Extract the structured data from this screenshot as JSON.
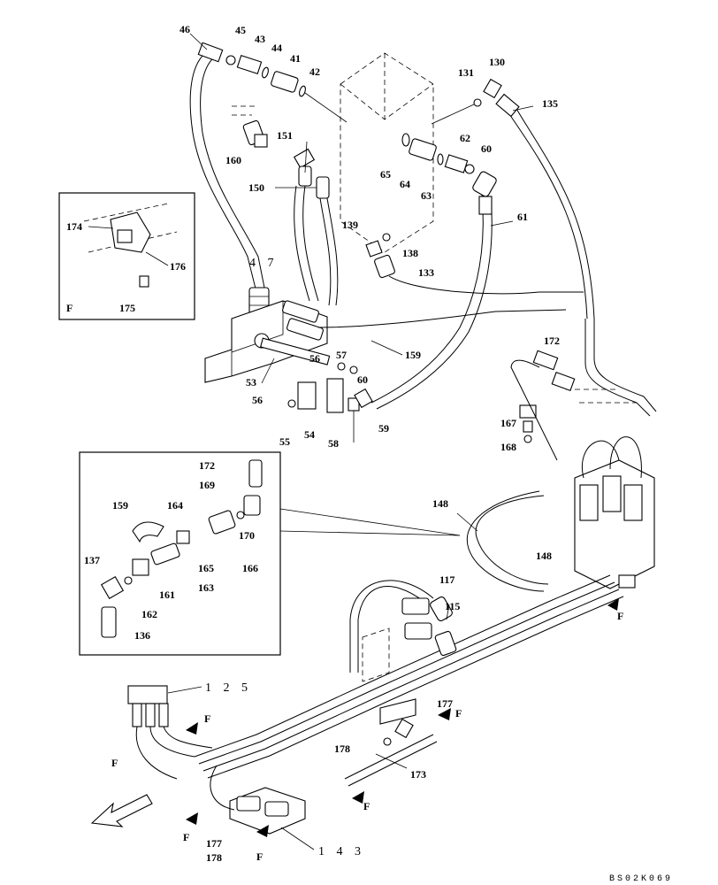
{
  "drawing_code": "BS02K069",
  "callouts": {
    "p46": "46",
    "p45": "45",
    "p43": "43",
    "p44": "44",
    "p41": "41",
    "p42": "42",
    "p131": "131",
    "p130": "130",
    "p135": "135",
    "p151": "151",
    "p160": "160",
    "p150": "150",
    "p62": "62",
    "p60a": "60",
    "p65": "65",
    "p64": "64",
    "p63": "63",
    "p61": "61",
    "p139": "139",
    "p138": "138",
    "p133": "133",
    "p47": "4 7",
    "p57": "57",
    "p56a": "56",
    "p60b": "60",
    "p159": "159",
    "p53": "53",
    "p56b": "56",
    "p55": "55",
    "p54": "54",
    "p58": "58",
    "p59": "59",
    "p172": "172",
    "p167": "167",
    "p168": "168",
    "p148a": "148",
    "p148b": "148",
    "p117": "117",
    "p115": "115",
    "p125": "1 2 5",
    "p177a": "177",
    "p178a": "178",
    "p173": "173",
    "p177b": "177",
    "p178b": "178",
    "p143": "1 4 3"
  },
  "inset_f": {
    "view_label": "F",
    "callouts": {
      "p174": "174",
      "p176": "176",
      "p175": "175"
    }
  },
  "inset_detail": {
    "callouts": {
      "p172": "172",
      "p169": "169",
      "p159": "159",
      "p164": "164",
      "p170": "170",
      "p166": "166",
      "p165": "165",
      "p163": "163",
      "p137": "137",
      "p161": "161",
      "p162": "162",
      "p136": "136"
    }
  },
  "view_markers": [
    "F",
    "F",
    "F",
    "F",
    "F",
    "F",
    "F"
  ]
}
